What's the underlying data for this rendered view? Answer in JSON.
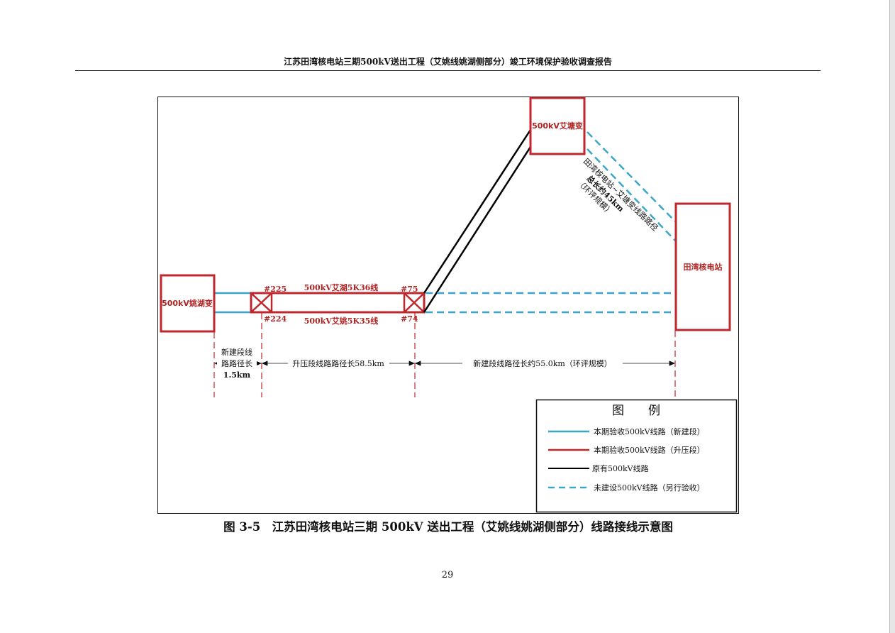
{
  "header": {
    "title": "江苏田湾核电站三期500kV送出工程（艾姚线姚湖侧部分）竣工环境保护验收调查报告"
  },
  "diagram": {
    "stations": {
      "yaohu": "500kV姚湖变",
      "aitang": "500kV艾塘变",
      "tianwan": "田湾核电站"
    },
    "towers": {
      "t225": "#225",
      "t224": "#224",
      "t75": "#75",
      "t74": "#74"
    },
    "lines": {
      "upper": "500kV艾湖5K36线",
      "lower": "500kV艾姚5K35线"
    },
    "diag_note": [
      "田湾核电站~艾塘变线路路径",
      "总长约45km",
      "（环评规模）"
    ],
    "dims": {
      "seg1": [
        "新建段线",
        "路路径长",
        "1.5km"
      ],
      "seg2": "升压段线路路径长58.5km",
      "seg3": "新建段线路径长约55.0km（环评规模）"
    },
    "legend": {
      "title": "图　　例",
      "items": [
        {
          "label": "本期验收500kV线路（新建段）",
          "color": "#3aa6c8",
          "style": "solid"
        },
        {
          "label": "本期验收500kV线路（升压段）",
          "color": "#c0272d",
          "style": "solid"
        },
        {
          "label": "原有500kV线路",
          "color": "#000000",
          "style": "solid"
        },
        {
          "label": "未建设500kV线路（另行验收）",
          "color": "#3aa6c8",
          "style": "dashed"
        }
      ]
    }
  },
  "caption": "图 3-5　江苏田湾核电站三期 500kV 送出工程（艾姚线姚湖侧部分）线路接线示意图",
  "page_number": "29"
}
